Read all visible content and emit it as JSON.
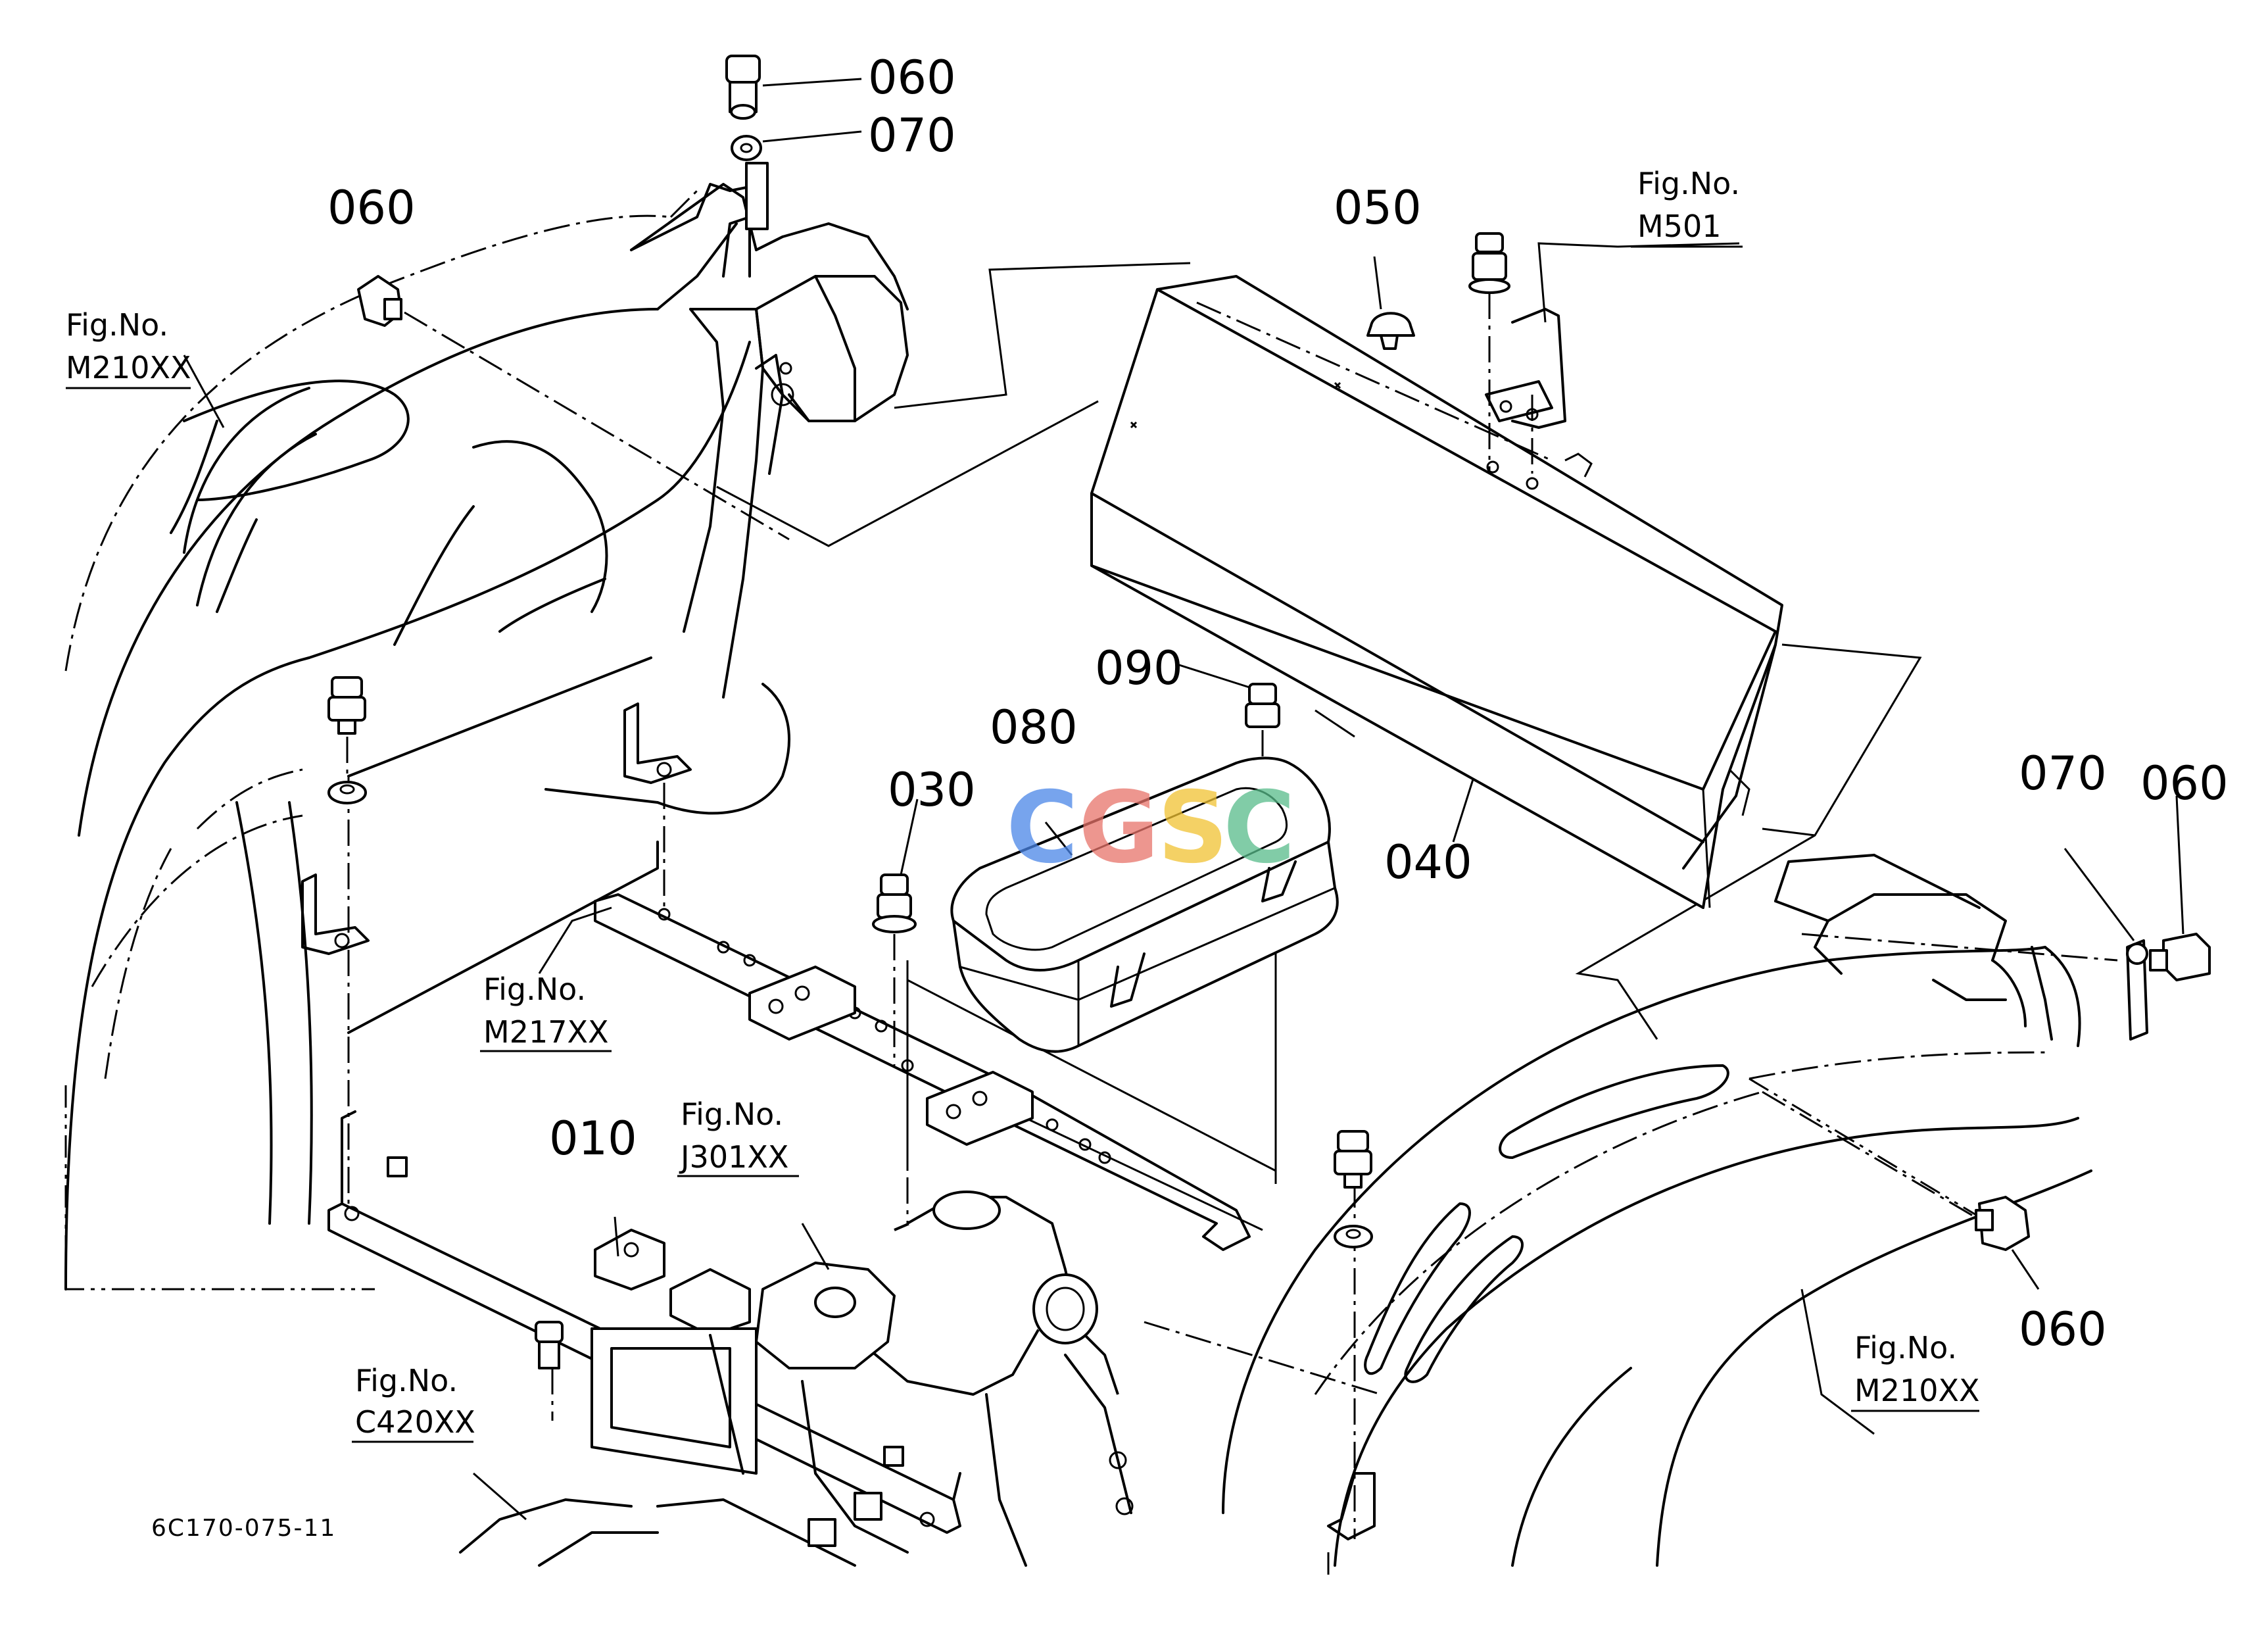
{
  "drawing_code": "6C170-075-11",
  "watermark": {
    "letters": [
      {
        "text": "C",
        "color": "#4a86e8"
      },
      {
        "text": "G",
        "color": "#e8736a"
      },
      {
        "text": "S",
        "color": "#f1c232"
      },
      {
        "text": "C",
        "color": "#57bb8a"
      }
    ]
  },
  "part_callouts": [
    {
      "id": "060_top",
      "text": "060"
    },
    {
      "id": "070_top",
      "text": "070"
    },
    {
      "id": "060_left",
      "text": "060"
    },
    {
      "id": "050",
      "text": "050"
    },
    {
      "id": "090",
      "text": "090"
    },
    {
      "id": "080",
      "text": "080"
    },
    {
      "id": "030",
      "text": "030"
    },
    {
      "id": "040",
      "text": "040"
    },
    {
      "id": "070_right",
      "text": "070"
    },
    {
      "id": "060_right",
      "text": "060"
    },
    {
      "id": "010",
      "text": "010"
    },
    {
      "id": "060_bottom_right",
      "text": "060"
    }
  ],
  "figure_refs": [
    {
      "id": "m210_left",
      "label": "Fig.No.",
      "code": "M210XX"
    },
    {
      "id": "m501",
      "label": "Fig.No.",
      "code": "M501"
    },
    {
      "id": "m217",
      "label": "Fig.No.",
      "code": "M217XX"
    },
    {
      "id": "j301",
      "label": "Fig.No.",
      "code": "J301XX"
    },
    {
      "id": "c420",
      "label": "Fig.No.",
      "code": "C420XX"
    },
    {
      "id": "m210_right",
      "label": "Fig.No.",
      "code": "M210XX"
    }
  ]
}
